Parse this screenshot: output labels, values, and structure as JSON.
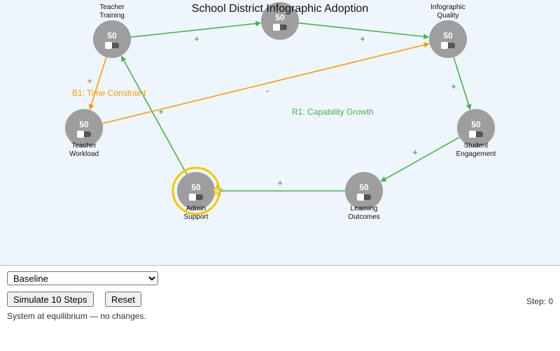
{
  "title": "School District Infographic Adoption",
  "nodes": [
    {
      "id": "teacher-training",
      "label_lines": [
        "Teacher",
        "Training"
      ],
      "value": "50",
      "label_pos": "above"
    },
    {
      "id": "center-top",
      "label_lines": [],
      "value": "50",
      "label_pos": "none"
    },
    {
      "id": "infographic-quality",
      "label_lines": [
        "Infographic",
        "Quality"
      ],
      "value": "50",
      "label_pos": "above"
    },
    {
      "id": "teacher-workload",
      "label_lines": [
        "Teacher",
        "Workload"
      ],
      "value": "50",
      "label_pos": "below"
    },
    {
      "id": "student-engagement",
      "label_lines": [
        "Student",
        "Engagement"
      ],
      "value": "50",
      "label_pos": "below"
    },
    {
      "id": "admin-support",
      "label_lines": [
        "Admin",
        "Support"
      ],
      "value": "50",
      "label_pos": "below",
      "selected": true
    },
    {
      "id": "learning-outcomes",
      "label_lines": [
        "Learning",
        "Outcomes"
      ],
      "value": "50",
      "label_pos": "below"
    }
  ],
  "links": [
    {
      "from": "teacher-training",
      "to": "center-top",
      "sign": "+",
      "color": "#4caf50"
    },
    {
      "from": "center-top",
      "to": "infographic-quality",
      "sign": "+",
      "color": "#4caf50"
    },
    {
      "from": "infographic-quality",
      "to": "student-engagement",
      "sign": "+",
      "color": "#4caf50"
    },
    {
      "from": "student-engagement",
      "to": "learning-outcomes",
      "sign": "+",
      "color": "#4caf50"
    },
    {
      "from": "learning-outcomes",
      "to": "admin-support",
      "sign": "+",
      "color": "#4caf50"
    },
    {
      "from": "admin-support",
      "to": "teacher-training",
      "sign": "+",
      "color": "#4caf50"
    },
    {
      "from": "teacher-training",
      "to": "teacher-workload",
      "sign": "+",
      "color": "#f39c12"
    },
    {
      "from": "teacher-workload",
      "to": "infographic-quality",
      "sign": "-",
      "color": "#f39c12"
    }
  ],
  "loops": [
    {
      "id": "b1",
      "label": "B1: Time Constraint",
      "color": "#f39c12"
    },
    {
      "id": "r1",
      "label": "R1: Capability Growth",
      "color": "#4caf50"
    }
  ],
  "colors": {
    "node": "#9e9e9e",
    "selection_ring": "#f5c800",
    "star": "#ffe066"
  },
  "controls": {
    "scenario_options": [
      "Baseline"
    ],
    "scenario_selected": "Baseline",
    "simulate_label": "Simulate 10 Steps",
    "reset_label": "Reset",
    "step_label": "Step: 0",
    "status": "System at equilibrium — no changes."
  }
}
